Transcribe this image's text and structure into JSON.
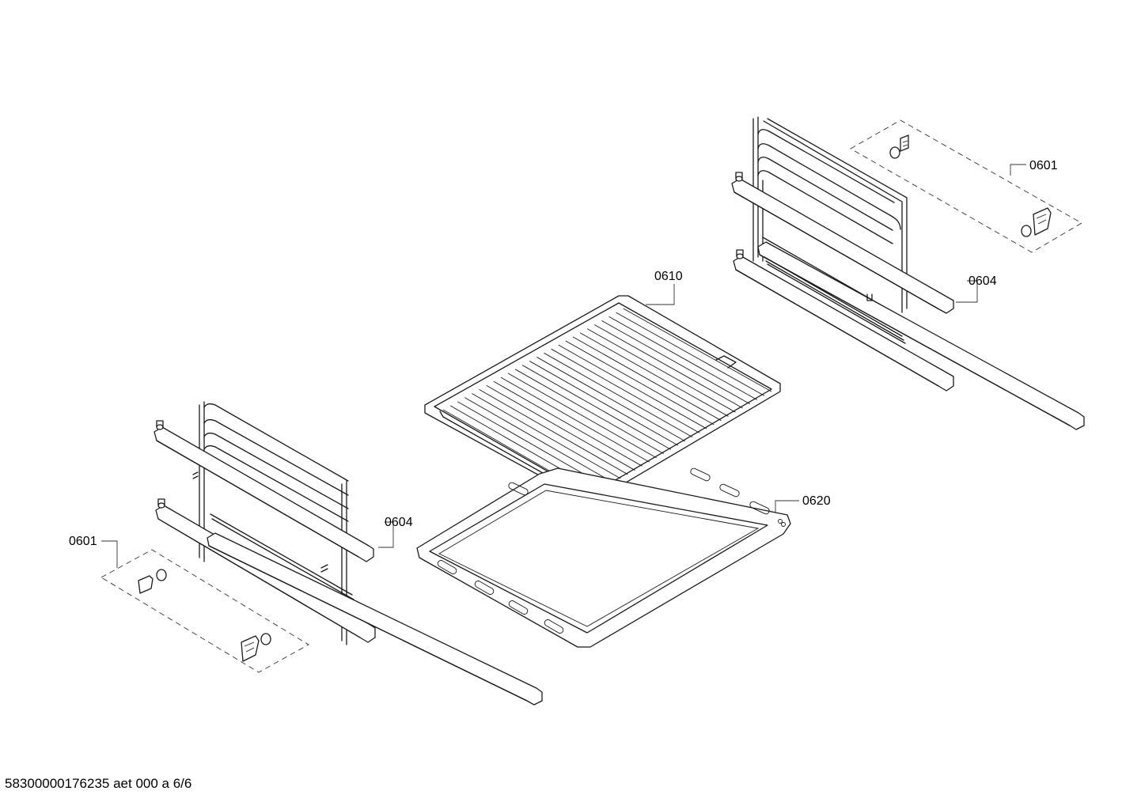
{
  "labels": {
    "clips_right": "0601",
    "rail_right": "0604",
    "wire_rack": "0610",
    "rail_left": "0604",
    "baking_tray": "0620",
    "clips_left": "0601"
  },
  "footer": {
    "document_code": "58300000176235 aet 000 a 6/6"
  }
}
